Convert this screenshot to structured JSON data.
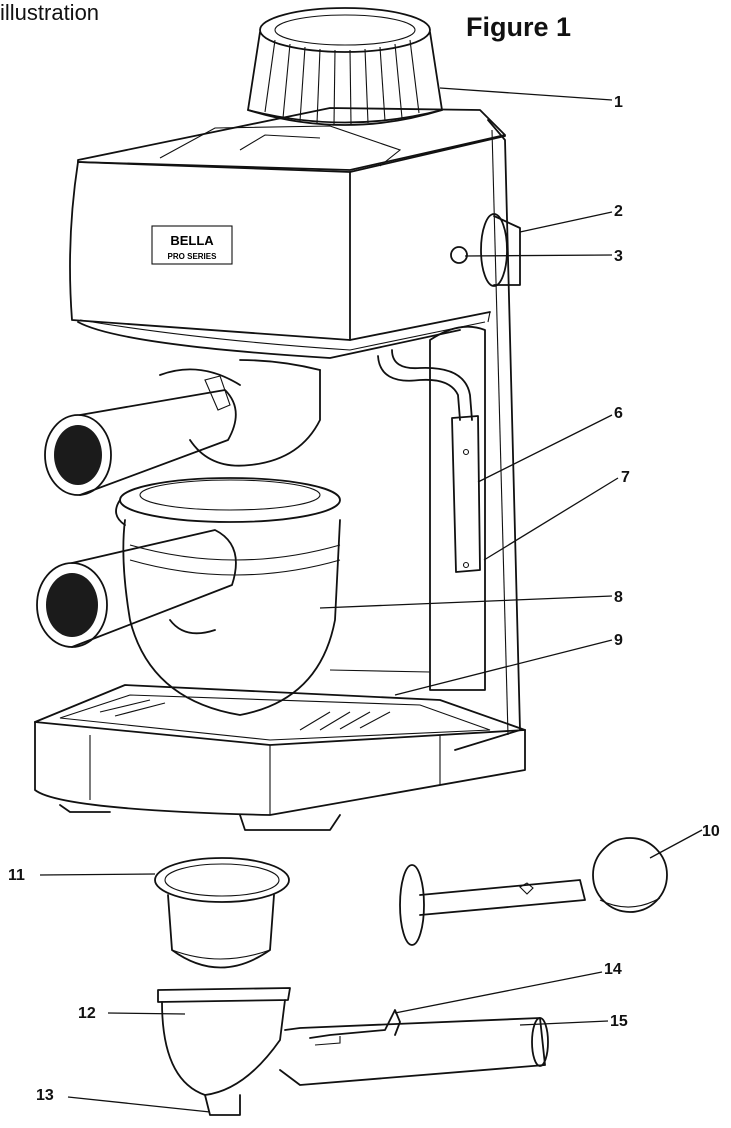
{
  "heading": "illustration",
  "figure_title": "Figure 1",
  "brand": {
    "line1": "BELLA",
    "line2": "PRO SERIES"
  },
  "callouts": [
    "1",
    "2",
    "3",
    "6",
    "7",
    "8",
    "9",
    "10",
    "11",
    "12",
    "13",
    "14",
    "15"
  ]
}
